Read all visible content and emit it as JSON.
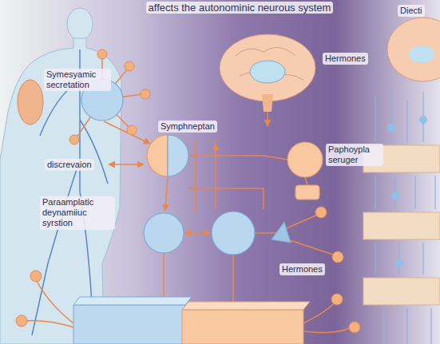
{
  "diagram": {
    "title": "affects the autonominic neurous system",
    "labels": [
      "Symesyamic secretation",
      "Hermones",
      "Symphneptan",
      "Paphoypla seruger",
      "discrevaion",
      "Paraamplatic deynamiiuc syrstion",
      "Hermones",
      "Diecti"
    ]
  }
}
